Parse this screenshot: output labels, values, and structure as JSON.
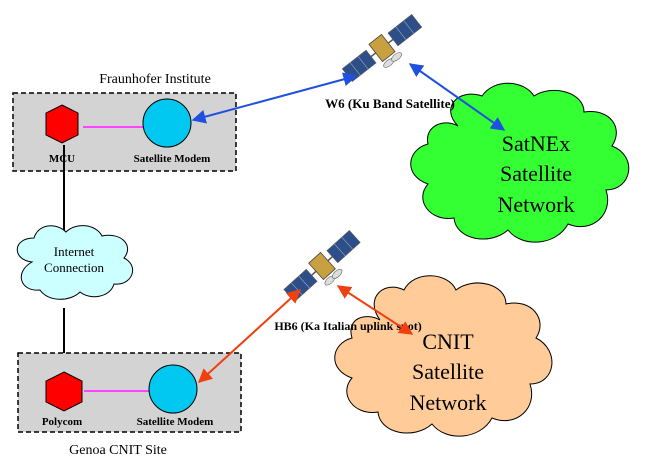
{
  "sites": {
    "top": {
      "name": "Fraunhofer Institute",
      "mcu_label": "MCU",
      "modem_label": "Satellite Modem"
    },
    "bottom": {
      "name": "Genoa CNIT Site",
      "polycom_label": "Polycom",
      "modem_label": "Satellite Modem"
    }
  },
  "internet_cloud": {
    "line1": "Internet",
    "line2": "Connection"
  },
  "satellites": {
    "w6": {
      "label": "W6 (Ku Band Satellite)"
    },
    "hb6": {
      "label": "HB6 (Ka Italian uplink spot)"
    }
  },
  "networks": {
    "satnex": {
      "line1": "SatNEx",
      "line2": "Satellite",
      "line3": "Network"
    },
    "cnit": {
      "line1": "CNIT",
      "line2": "Satellite",
      "line3": "Network"
    }
  },
  "colors": {
    "site_box": "#d3d3d3",
    "hexagon": "#ff0000",
    "modem_circle": "#00c8f0",
    "internet_cloud": "#ccffff",
    "satnex_cloud": "#33ff33",
    "cnit_cloud": "#ffcc99",
    "w6_link": "#2050e0",
    "hb6_link": "#f04010",
    "device_link": "#ff44ff"
  }
}
